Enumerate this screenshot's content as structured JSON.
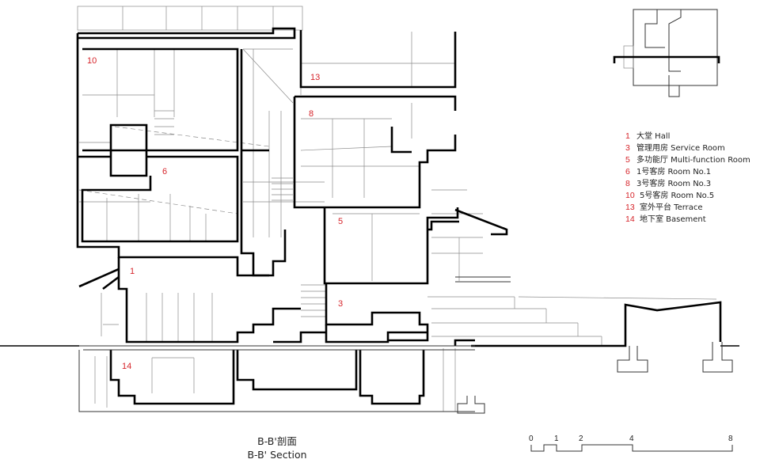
{
  "title": {
    "cn": "B-B'剖面",
    "en": "B-B' Section"
  },
  "rooms": [
    {
      "num": "10"
    },
    {
      "num": "13"
    },
    {
      "num": "8"
    },
    {
      "num": "6"
    },
    {
      "num": "5"
    },
    {
      "num": "1"
    },
    {
      "num": "3"
    },
    {
      "num": "14"
    }
  ],
  "legend": [
    {
      "num": "1",
      "text": "大堂 Hall"
    },
    {
      "num": "3",
      "text": "管理用房 Service Room"
    },
    {
      "num": "5",
      "text": "多功能厅 Multi-function Room"
    },
    {
      "num": "6",
      "text": "1号客房 Room No.1"
    },
    {
      "num": "8",
      "text": "3号客房 Room No.3"
    },
    {
      "num": "10",
      "text": "5号客房 Room No.5"
    },
    {
      "num": "13",
      "text": "室外平台 Terrace"
    },
    {
      "num": "14",
      "text": "地下室 Basement"
    }
  ],
  "scale_bar": {
    "ticks": [
      "0",
      "1",
      "2",
      "4",
      "8"
    ]
  },
  "colors": {
    "label_red": "#d6242a",
    "line": "#000000"
  }
}
